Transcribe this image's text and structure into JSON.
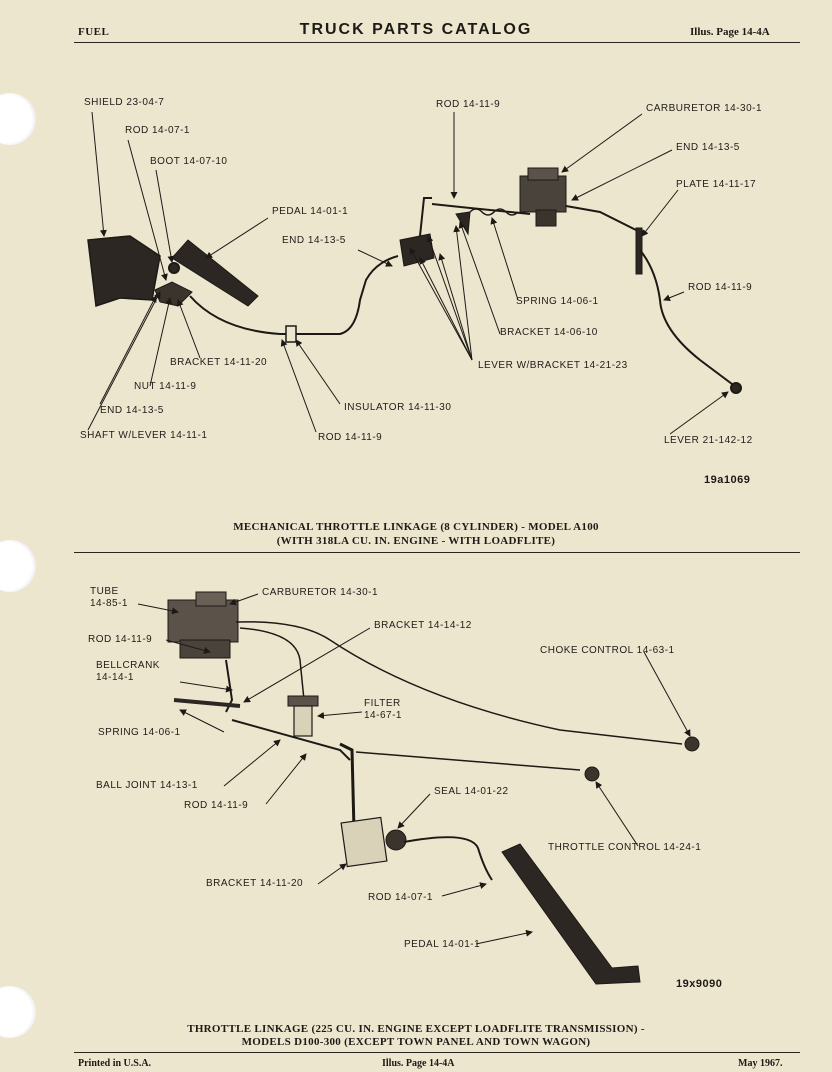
{
  "header": {
    "section": "FUEL",
    "title": "TRUCK PARTS CATALOG",
    "page_ref": "Illus. Page 14-4A"
  },
  "figure1": {
    "labels": {
      "shield": "SHIELD 23-04-7",
      "rod_top": "ROD 14-07-1",
      "boot": "BOOT 14-07-10",
      "pedal": "PEDAL 14-01-1",
      "end_mid": "END 14-13-5",
      "rod_center": "ROD 14-11-9",
      "carburetor": "CARBURETOR 14-30-1",
      "end_right": "END 14-13-5",
      "plate": "PLATE 14-11-17",
      "rod_right": "ROD 14-11-9",
      "spring": "SPRING 14-06-1",
      "bracket_mid": "BRACKET 14-06-10",
      "lever_bracket": "LEVER W/BRACKET 14-21-23",
      "bracket_left": "BRACKET 14-11-20",
      "nut": "NUT 14-11-9",
      "end_left": "END 14-13-5",
      "shaft": "SHAFT W/LEVER 14-11-1",
      "insulator": "INSULATOR 14-11-30",
      "rod_bottom": "ROD 14-11-9",
      "lever_right": "LEVER 21-142-12"
    },
    "figure_number": "19a1069",
    "caption_line1": "MECHANICAL THROTTLE LINKAGE (8 CYLINDER) - MODEL A100",
    "caption_line2": "(WITH 318LA CU. IN. ENGINE - WITH LOADFLITE)"
  },
  "figure2": {
    "labels": {
      "tube_1": "TUBE",
      "tube_2": "14-85-1",
      "carburetor": "CARBURETOR 14-30-1",
      "bracket_top": "BRACKET 14-14-12",
      "rod_top": "ROD 14-11-9",
      "bellcrank_1": "BELLCRANK",
      "bellcrank_2": "14-14-1",
      "choke_control": "CHOKE CONTROL 14-63-1",
      "filter_1": "FILTER",
      "filter_2": "14-67-1",
      "spring": "SPRING 14-06-1",
      "ball_joint": "BALL JOINT 14-13-1",
      "rod_mid": "ROD 14-11-9",
      "seal": "SEAL 14-01-22",
      "throttle_control": "THROTTLE CONTROL 14-24-1",
      "bracket_bottom": "BRACKET 14-11-20",
      "rod_bottom": "ROD 14-07-1",
      "pedal": "PEDAL 14-01-1"
    },
    "figure_number": "19x9090",
    "caption_line1": "THROTTLE LINKAGE (225 CU. IN. ENGINE EXCEPT LOADFLITE TRANSMISSION) -",
    "caption_line2": "MODELS D100-300 (EXCEPT TOWN PANEL AND TOWN WAGON)"
  },
  "footer": {
    "printed": "Printed in U.S.A.",
    "page_ref": "Illus. Page 14-4A",
    "date": "May 1967."
  }
}
